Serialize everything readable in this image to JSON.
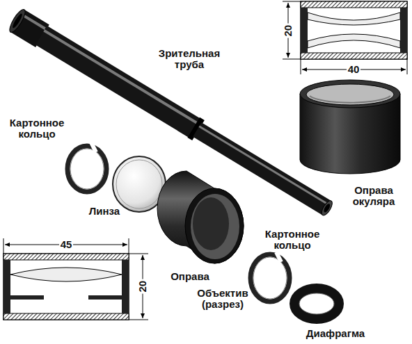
{
  "diagram": {
    "labels": [
      "Зрительная труба",
      "20",
      "40",
      "Картонное кольцо",
      "Оправа окуляра",
      "Линза",
      "Оправа",
      "Картонное кольцо",
      "45",
      "20",
      "Объектив (разрез)",
      "Диафрагма"
    ]
  }
}
